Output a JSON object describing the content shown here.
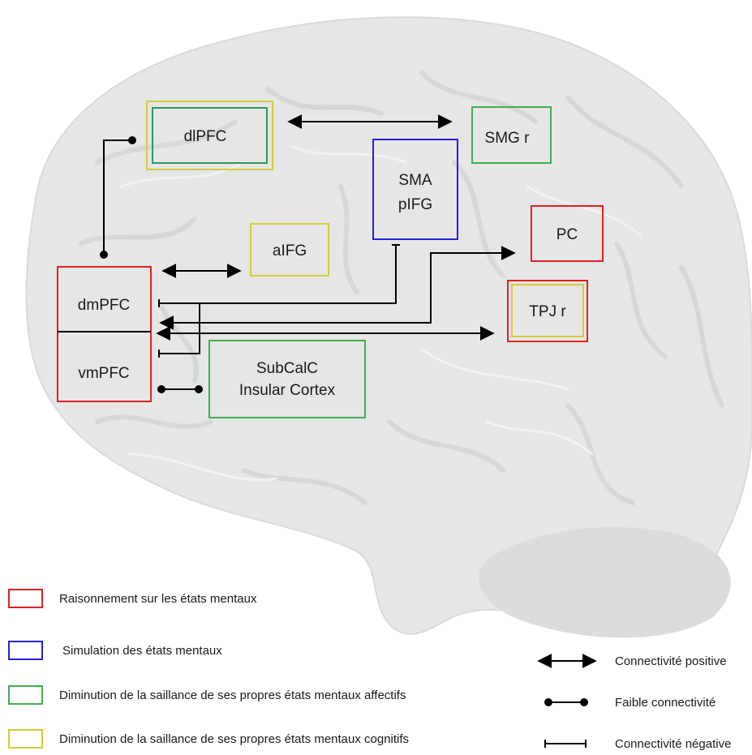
{
  "regions": {
    "dlpfc": {
      "label": "dlPFC",
      "colors": [
        "#d4cc3a",
        "#2e9a5a"
      ]
    },
    "smg_r": {
      "label": "SMG r",
      "colors": [
        "#3fb04f"
      ]
    },
    "sma_pifg": {
      "lines": [
        "SMA",
        "pIFG"
      ],
      "colors": [
        "#2222dd"
      ]
    },
    "pc": {
      "label": "PC",
      "colors": [
        "#e02020"
      ]
    },
    "aifg": {
      "label": "aIFG",
      "colors": [
        "#d4cc3a"
      ]
    },
    "tpj_r": {
      "label": "TPJ r",
      "colors": [
        "#e02020",
        "#d4cc3a"
      ]
    },
    "dmpfc": {
      "label": "dmPFC",
      "colors": [
        "#e02020"
      ]
    },
    "vmpfc": {
      "label": "vmPFC"
    },
    "subcalc": {
      "lines": [
        "SubCalC",
        "Insular Cortex"
      ],
      "colors": [
        "#3fb04f"
      ]
    }
  },
  "legend_colors": [
    {
      "label": "Raisonnement sur les états mentaux",
      "color": "#e02020"
    },
    {
      "label": "Simulation des états mentaux",
      "color": "#2222dd"
    },
    {
      "label": "Diminution de la saillance de ses propres états mentaux affectifs",
      "color": "#3fb04f"
    },
    {
      "label": "Diminution de la saillance de ses propres états mentaux cognitifs",
      "color": "#d4cc3a"
    }
  ],
  "legend_connections": [
    {
      "label": "Connectivité positive",
      "icon": "double-arrow-icon"
    },
    {
      "label": "Faible connectivité",
      "icon": "dot-line-icon"
    },
    {
      "label": "Connectivité négative",
      "icon": "bar-end-line-icon"
    }
  ],
  "colors": {
    "brain_fill": "#e6e6e6",
    "brain_shade": "#d6d6d6",
    "line": "#000000"
  }
}
